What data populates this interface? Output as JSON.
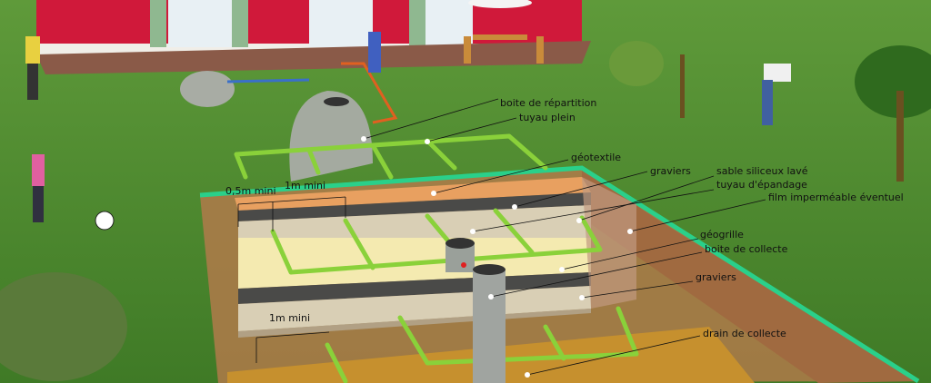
{
  "labels": {
    "distribution_box": "boite de répartition",
    "solid_pipe": "tuyau plein",
    "geotextile": "géotextile",
    "gravel_top": "graviers",
    "silica_sand": "sable siliceux lavé",
    "spreading_pipe": "tuyau d'épandage",
    "waterproof_film": "film imperméable éventuel",
    "geogrid": "géogrille",
    "collection_box": "boite de collecte",
    "gravel_bottom": "graviers",
    "collection_drain": "drain de collecte"
  },
  "dimensions": {
    "depth_top": "0,5m mini",
    "spacing_top": "1m mini",
    "spacing_bottom": "1m mini"
  },
  "colors": {
    "grass": "#4f8a2e",
    "pipe": "#8ad13a",
    "topsoil": "#e8a060",
    "sand": "#f4eab0",
    "gravel": "#d9cfb5",
    "geotextile": "#4a4a48",
    "house": "#d0193a"
  }
}
